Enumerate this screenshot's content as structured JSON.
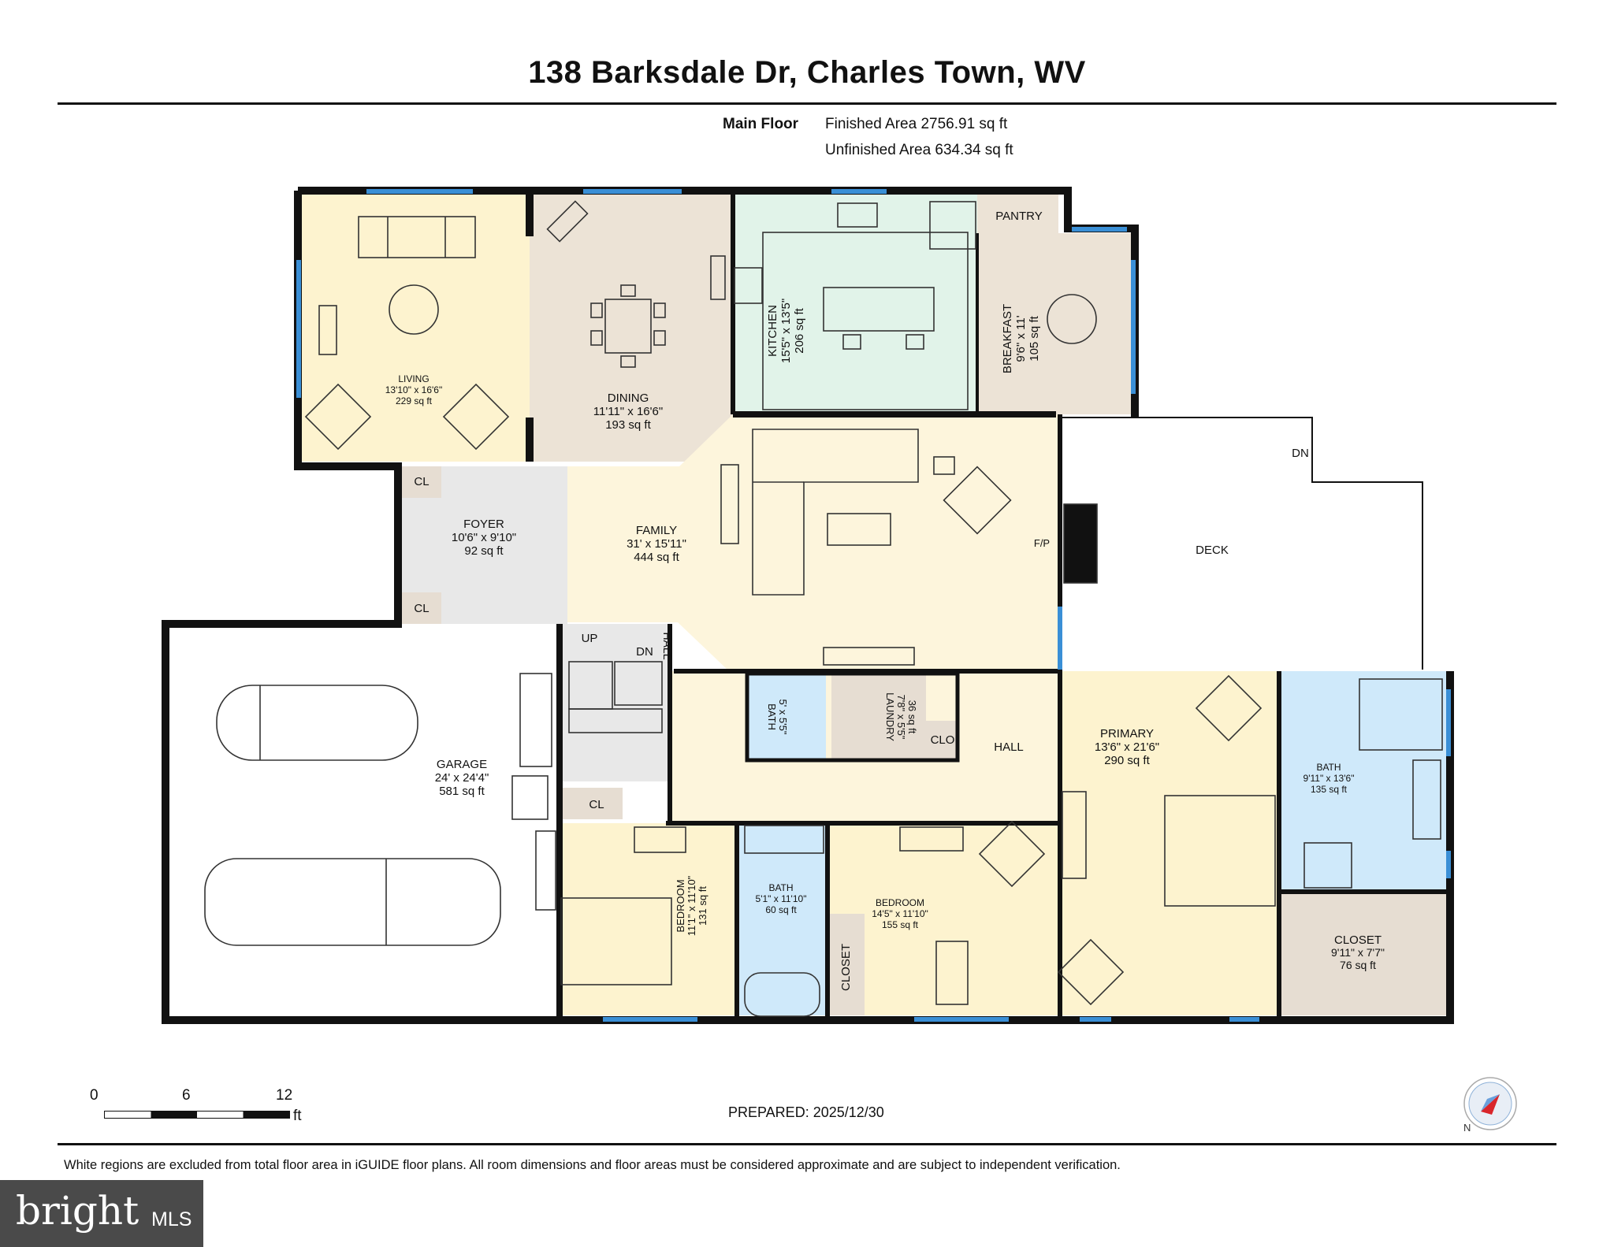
{
  "header": {
    "title": "138 Barksdale Dr, Charles Town, WV",
    "floor_name": "Main Floor",
    "finished_area": "Finished Area 2756.91 sq ft",
    "unfinished_area": "Unfinished Area 634.34 sq ft"
  },
  "rooms": {
    "living": {
      "name": "LIVING",
      "dims": "13'10\" x 16'6\"",
      "area": "229 sq ft"
    },
    "dining": {
      "name": "DINING",
      "dims": "11'11\" x 16'6\"",
      "area": "193 sq ft"
    },
    "kitchen": {
      "name": "KITCHEN",
      "dims": "15'5\" x 13'5\"",
      "area": "206 sq ft"
    },
    "pantry": {
      "name": "PANTRY"
    },
    "breakfast": {
      "name": "BREAKFAST",
      "dims": "9'6\" x 11'",
      "area": "105 sq ft"
    },
    "foyer": {
      "name": "FOYER",
      "dims": "10'6\" x 9'10\"",
      "area": "92 sq ft"
    },
    "family": {
      "name": "FAMILY",
      "dims": "31' x 15'11\"",
      "area": "444 sq ft"
    },
    "fireplace": {
      "name": "F/P"
    },
    "deck": {
      "name": "DECK",
      "stair": "DN"
    },
    "garage": {
      "name": "GARAGE",
      "dims": "24' x 24'4\"",
      "area": "581 sq ft"
    },
    "cl_top": {
      "name": "CL"
    },
    "cl_bottom": {
      "name": "CL"
    },
    "cl_mid": {
      "name": "CL"
    },
    "stairs_up": {
      "name": "UP"
    },
    "stairs_dn": {
      "name": "DN"
    },
    "hall_vertical": {
      "name": "HALL"
    },
    "bath_small": {
      "name": "BATH",
      "dims": "5' x 5'5\""
    },
    "laundry": {
      "name": "LAUNDRY",
      "dims": "7'8\" x 5'5\"",
      "area": "36 sq ft"
    },
    "clo": {
      "name": "CLO"
    },
    "hall": {
      "name": "HALL"
    },
    "primary": {
      "name": "PRIMARY",
      "dims": "13'6\" x 21'6\"",
      "area": "290 sq ft"
    },
    "primary_bath": {
      "name": "BATH",
      "dims": "9'11\" x 13'6\"",
      "area": "135 sq ft"
    },
    "bedroom_left": {
      "name": "BEDROOM",
      "dims": "11'1\" x 11'10\"",
      "area": "131 sq ft"
    },
    "bath_mid": {
      "name": "BATH",
      "dims": "5'1\" x 11'10\"",
      "area": "60 sq ft"
    },
    "bedroom_mid": {
      "name": "BEDROOM",
      "dims": "14'5\" x 11'10\"",
      "area": "155 sq ft"
    },
    "closet_small": {
      "name": "CLOSET"
    },
    "closet_primary": {
      "name": "CLOSET",
      "dims": "9'11\" x 7'7\"",
      "area": "76 sq ft"
    }
  },
  "scale": {
    "ticks": [
      "0",
      "6",
      "12"
    ],
    "unit": "ft"
  },
  "prepared": "PREPARED: 2025/12/30",
  "compass_label": "N",
  "disclaimer": "White regions are excluded from total floor area in iGUIDE floor plans. All room dimensions and floor areas must be considered approximate and are subject to independent verification.",
  "brand": {
    "bright": "bright",
    "mls": "MLS"
  },
  "colors": {
    "living": "#fdf3cf",
    "dining": "#ece3d6",
    "kitchen": "#e1f3e9",
    "breakfast": "#ece3d6",
    "family": "#fdf5dc",
    "foyer": "#e8e8e8",
    "bath": "#cfe9fa",
    "bedroom": "#fdf3cf",
    "closet": "#e6ddd2",
    "wall": "#111111",
    "window": "#3a8fd6",
    "accent": "#d9262b"
  }
}
